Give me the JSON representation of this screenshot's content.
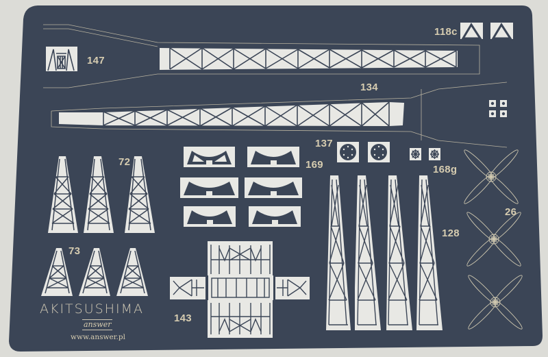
{
  "sheet": {
    "background_color": "#dcdcd7",
    "plate_color": "#3b4556",
    "part_color": "#e8e8e4",
    "label_color": "#d6ccb0"
  },
  "title": "AKITSUSHIMA",
  "brand": {
    "logo_text": "answer",
    "url": "www.answer.pl"
  },
  "part_labels": {
    "p118c": "118c",
    "p147": "147",
    "p134": "134",
    "p137": "137",
    "p169": "169",
    "p168g": "168g",
    "p72": "72",
    "p73": "73",
    "p128": "128",
    "p26": "26",
    "p143": "143"
  },
  "parts": [
    {
      "id": "118c",
      "description": "triangular warning-style plates",
      "count": 2
    },
    {
      "id": "147",
      "description": "small A-frame with X bracing",
      "count": 1
    },
    {
      "id": "134",
      "description": "long crane booms with X-bracing",
      "count": 2
    },
    {
      "id": "137",
      "description": "round perforated discs",
      "count": 2
    },
    {
      "id": "168g",
      "description": "ship wheels",
      "count": 2
    },
    {
      "id": "169",
      "description": "curved brackets",
      "count": 6
    },
    {
      "id": "72",
      "description": "tall lattice tower panels",
      "count": 3
    },
    {
      "id": "73",
      "description": "short lattice tower panels",
      "count": 3
    },
    {
      "id": "128",
      "description": "tall narrow lattice masts",
      "count": 4
    },
    {
      "id": "26",
      "description": "four-blade propellers",
      "count": 3
    },
    {
      "id": "143",
      "description": "cross-shaped folding platform",
      "count": 1
    },
    {
      "id": "small-tri",
      "description": "small three-blade parts",
      "count": 4
    }
  ]
}
